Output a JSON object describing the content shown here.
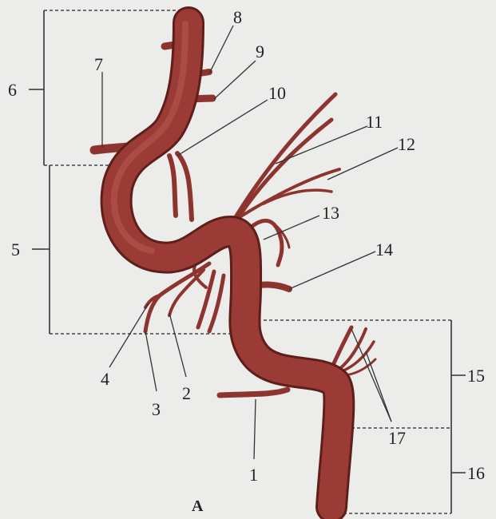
{
  "figure": {
    "caption": "A",
    "colors": {
      "vessel": "#9a3b35",
      "vessel_dark": "#6f2622",
      "vessel_light": "#b95a52",
      "ink": "#222222",
      "background": "#ececea"
    },
    "labels": {
      "n1": "1",
      "n2": "2",
      "n3": "3",
      "n4": "4",
      "n5": "5",
      "n6": "6",
      "n7": "7",
      "n8": "8",
      "n9": "9",
      "n10": "10",
      "n11": "11",
      "n12": "12",
      "n13": "13",
      "n14": "14",
      "n15": "15",
      "n16": "16",
      "n17": "17"
    }
  }
}
